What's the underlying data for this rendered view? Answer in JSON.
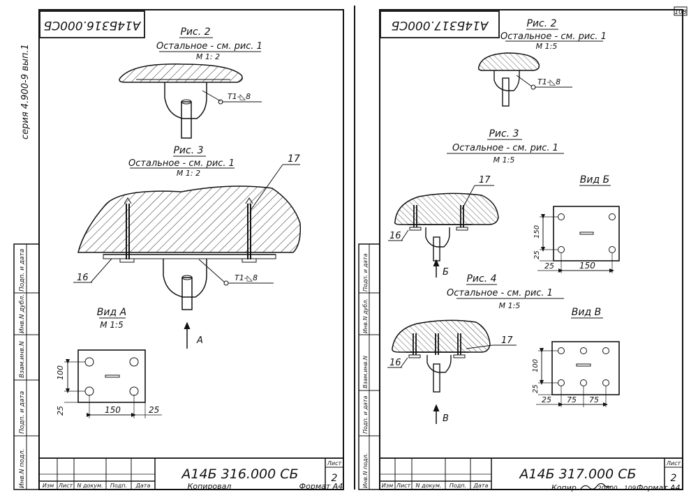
{
  "page_number": "108",
  "left_sheet": {
    "series_text": "серия 4.900-9 вып.1",
    "code_stamp": "А14Б316.000СБ",
    "fig2": {
      "title": "Рис. 2",
      "note": "Остальное - см. рис. 1",
      "scale": "М 1: 2",
      "weld": "Т1-◺8"
    },
    "fig3": {
      "title": "Рис. 3",
      "note": "Остальное - см. рис. 1",
      "scale": "М 1: 2",
      "weld": "Т1-◺8",
      "callout_17": "17",
      "callout_16": "16",
      "arrow_label": "А"
    },
    "view_a": {
      "title": "Вид А",
      "scale": "М 1:5",
      "dim_100": "100",
      "dim_25_left": "25",
      "dim_150": "150",
      "dim_25_right": "25"
    },
    "title_block": {
      "designation": "А14Б 316.000 СБ",
      "sheet_label": "Лист",
      "sheet_number": "2",
      "cols": [
        "Изм",
        "Лист",
        "N докум.",
        "Подп.",
        "Дата"
      ]
    },
    "copied_by": "Копировал",
    "format": "Формат А4",
    "side_stamps": [
      "Инв.N подл.",
      "Подп. и дата",
      "Взам.инв.N",
      "Инв.N дубл.",
      "Подп. и дата"
    ]
  },
  "right_sheet": {
    "code_stamp": "А14Б317.000СБ",
    "fig2": {
      "title": "Рис. 2",
      "note": "Остальное - см. рис. 1",
      "scale": "М 1:5",
      "weld": "Т1-◺8"
    },
    "fig3": {
      "title": "Рис. 3",
      "note": "Остальное - см. рис. 1",
      "scale": "М 1:5",
      "callout_17": "17",
      "callout_16": "16",
      "arrow_label": "Б"
    },
    "view_b": {
      "title": "Вид Б",
      "dim_150_v": "150",
      "dim_25_v": "25",
      "dim_25_h": "25",
      "dim_150_h": "150"
    },
    "fig4": {
      "title": "Рис. 4",
      "note": "Остальное - см. рис. 1",
      "scale": "М 1:5",
      "callout_17": "17",
      "callout_16": "16",
      "arrow_label": "В"
    },
    "view_v": {
      "title": "Вид В",
      "dim_100": "100",
      "dim_25_v": "25",
      "dim_25_h": "25",
      "dim_75a": "75",
      "dim_75b": "75"
    },
    "title_block": {
      "designation": "А14Б 317.000 СБ",
      "sheet_label": "Лист",
      "sheet_number": "2",
      "cols": [
        "Изм",
        "Лист",
        "N докум.",
        "Подп.",
        "Дата"
      ]
    },
    "copied_by": "Копир.",
    "copy_number": "20800",
    "page_footer": "109",
    "format": "Формат А4",
    "side_stamps": [
      "Инв.N подл.",
      "Подп. и дата",
      "Взам.инв.N",
      "Инв.N дубл.",
      "Подп. и дата"
    ]
  }
}
